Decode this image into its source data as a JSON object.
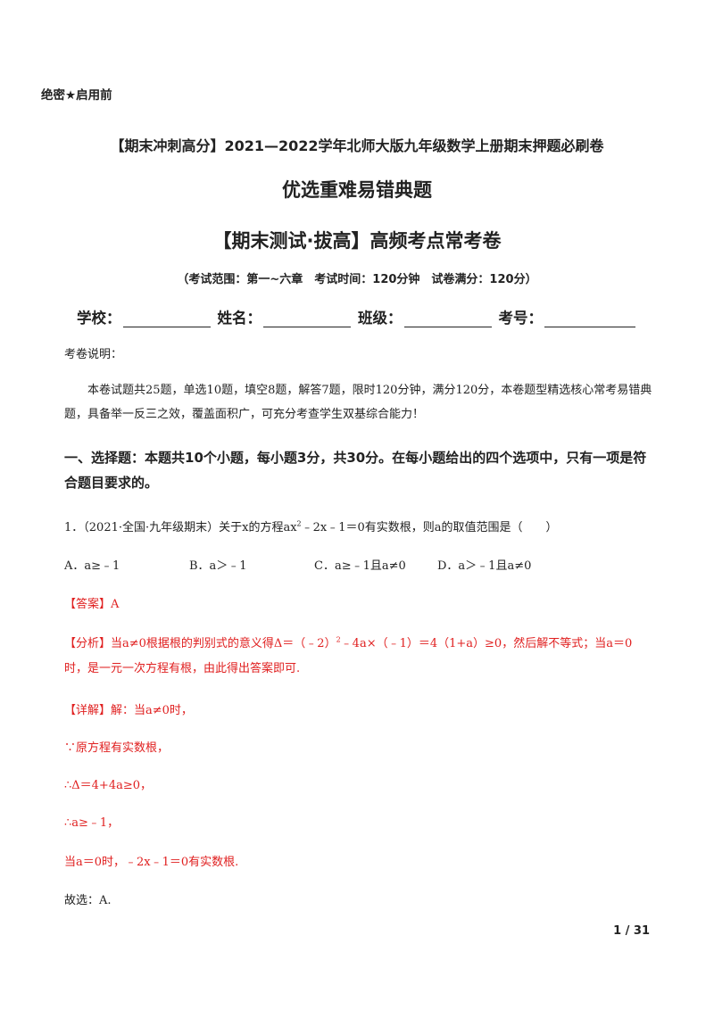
{
  "header": {
    "secret": "绝密★启用前",
    "subtitle": "【期末冲刺高分】2021—2022学年北师大版九年级数学上册期末押题必刷卷",
    "title1": "优选重难易错典题",
    "title2": "【期末测试·拔高】高频考点常考卷",
    "exam_info": "（考试范围：第一~六章　考试时间：120分钟　试卷满分：120分）"
  },
  "fields": [
    {
      "label": "学校：",
      "line_width": 98
    },
    {
      "label": "姓名：",
      "line_width": 98
    },
    {
      "label": "班级：",
      "line_width": 98
    },
    {
      "label": "考号：",
      "line_width": 102
    }
  ],
  "notes": {
    "label": "考卷说明：",
    "intro": "本卷试题共25题，单选10题，填空8题，解答7题，限时120分钟，满分120分，本卷题型精选核心常考易错典题，具备举一反三之效，覆盖面积广，可充分考查学生双基综合能力！"
  },
  "section1": {
    "heading": "一、选择题：本题共10个小题，每小题3分，共30分。在每小题给出的四个选项中，只有一项是符合题目要求的。"
  },
  "question1": {
    "stem_before": "1．（2021·全国·九年级期末）关于x的方程ax",
    "stem_sup": "2",
    "stem_after": "﹣2x﹣1＝0有实数根，则a的取值范围是（　　）",
    "options": [
      "A．a≥﹣1",
      "B．a＞﹣1",
      "C．a≥﹣1且a≠0",
      "D．a＞﹣1且a≠0"
    ],
    "answer": "【答案】A",
    "analysis_before": "【分析】当a≠0根据根的判别式的意义得Δ＝（﹣2）",
    "analysis_sup": "2",
    "analysis_after": "﹣4a×（﹣1）＝4（1+a）≥0，然后解不等式；当a＝0时，是一元一次方程有根，由此得出答案即可.",
    "solution": [
      "【详解】解：当a≠0时，",
      "∵原方程有实数根，",
      "∴Δ＝4+4a≥0，",
      "∴a≥﹣1，",
      "当a＝0时，﹣2x﹣1＝0有实数根."
    ],
    "choose": "故选：A."
  },
  "footer": {
    "page_number": "1 / 31"
  }
}
